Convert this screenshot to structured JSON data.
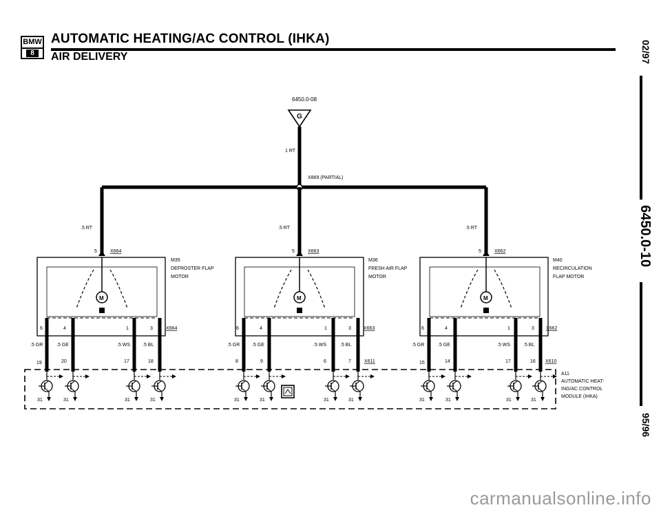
{
  "header": {
    "logo_brand": "BMW",
    "logo_series": "8",
    "title": "AUTOMATIC HEATING/AC CONTROL (IHKA)",
    "subtitle": "AIR DELIVERY"
  },
  "side": {
    "date_top": "02/97",
    "page_code": "6450.0-10",
    "date_bottom": "95/96"
  },
  "diagram": {
    "diagram_id": "6450.0-08",
    "ground_symbol": "G",
    "feed_wire": "1 RT",
    "splice": "X869 (PARTIAL)",
    "branch_wire": ".5 RT",
    "motors": [
      {
        "connector_pin": "5",
        "connector_top": "X664",
        "id": "M35",
        "name_line1": "DEFROSTER FLAP",
        "name_line2": "MOTOR",
        "pins": [
          "6",
          "4",
          "1",
          "3"
        ],
        "connector_bottom": "X664",
        "wires": [
          ".5 GR",
          ".5 GE",
          ".5 WS",
          ".5 BL"
        ],
        "module_pins": [
          "19",
          "20",
          "17",
          "18"
        ],
        "module_connector": ""
      },
      {
        "connector_pin": "5",
        "connector_top": "X663",
        "id": "M36",
        "name_line1": "FRESH AIR FLAP",
        "name_line2": "MOTOR",
        "pins": [
          "6",
          "4",
          "1",
          "3"
        ],
        "connector_bottom": "X663",
        "wires": [
          ".5 GR",
          ".5 GE",
          ".5 WS",
          ".5 BL"
        ],
        "module_pins": [
          "8",
          "9",
          "6",
          "7"
        ],
        "module_connector": "X611"
      },
      {
        "connector_pin": "5",
        "connector_top": "X662",
        "id": "M40",
        "name_line1": "RECIRCULATION",
        "name_line2": "FLAP MOTOR",
        "pins": [
          "6",
          "4",
          "1",
          "3"
        ],
        "connector_bottom": "X662",
        "wires": [
          ".5 GR",
          ".5 GE",
          ".5 WS",
          ".5 BL"
        ],
        "module_pins": [
          "15",
          "14",
          "17",
          "16"
        ],
        "module_connector": "X610"
      }
    ],
    "motor_symbol": "M",
    "ground_label": "31",
    "module": {
      "id": "A11",
      "line1": "AUTOMATIC HEAT-",
      "line2": "ING/AC CONTROL",
      "line3": "MODULE (IHKA)"
    }
  },
  "watermark": "carmanualsonline.info",
  "colors": {
    "ink": "#000000",
    "watermark": "#9a9a9a"
  }
}
